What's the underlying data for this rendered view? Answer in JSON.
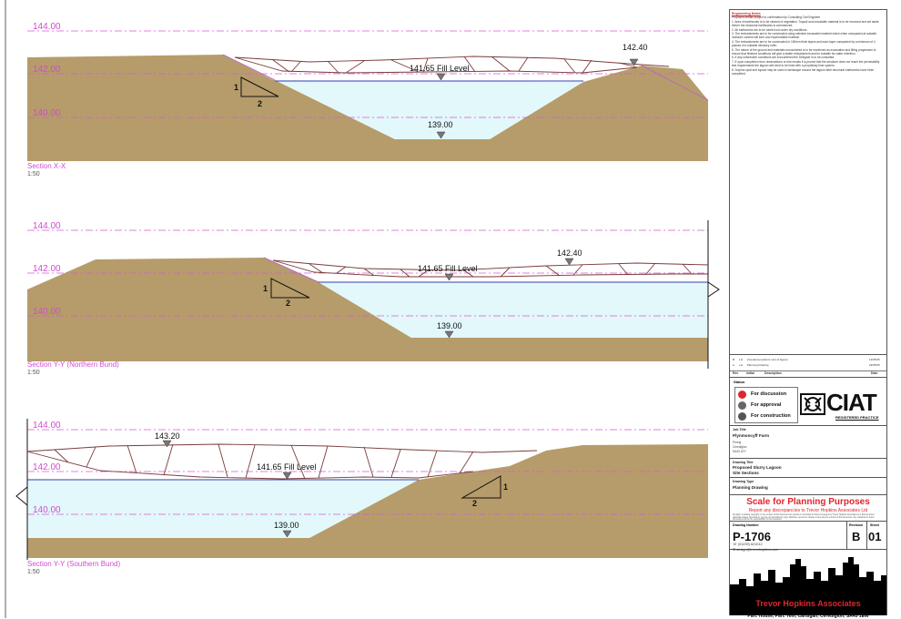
{
  "sections": [
    {
      "id": "x",
      "label": "Section X-X",
      "scale": "1:50",
      "levels": [
        "144.00",
        "142.00",
        "140.00"
      ],
      "fill_level": "141.65 Fill Level",
      "bed_level": "139.00",
      "crest_label": "142.40",
      "slope_v": "1",
      "slope_h": "2"
    },
    {
      "id": "y-north",
      "label": "Section Y-Y (Northern Bund)",
      "scale": "1:50",
      "levels": [
        "144.00",
        "142.00",
        "140.00"
      ],
      "fill_level": "141.65 Fill Level",
      "bed_level": "139.00",
      "crest_label": "142.40",
      "slope_v": "1",
      "slope_h": "2"
    },
    {
      "id": "y-south",
      "label": "Section Y-Y (Southern Bund)",
      "scale": "1:50",
      "levels": [
        "144.00",
        "142.00",
        "140.00"
      ],
      "fill_level": "141.65 Fill Level",
      "bed_level": "139.00",
      "crest_label": "143.20",
      "slope_v": "1",
      "slope_h": "2"
    }
  ],
  "title_block": {
    "notes_title": "Engineering Notes",
    "notes": [
      "Proposed details subject to confirmation by Consulting Civil Engineer",
      "1. Area of earthworks is to be cleared of vegetation. Topsoil and unsuitable material is to be removed and set aside before the structural earthworks is commenced.",
      "2. All earthworks are to be carried out under dry conditions.",
      "3. The embankments are to be constructed using selected excavated material which when compacted at suitable moisture content will form and impermeable material.",
      "4. The embankments are to be constructed in 150mm thick layers and each layer compacted by a minimum of 4 passes of a suitable vibratory roller.",
      "5. The nature of the ground and materials encountered is to be monitored as excavation and filling progresses to ensure that finished conditions will give a stable embankment and be suitable for water retention.",
      "6. If any unforeseen conditions are encountered the Designer is to be consulted.",
      "7. If upon completion from observations or test results it is proved that the structure does not reach the permeability test requirements the lagoon will need to be lined with a proprietary liner system.",
      "8. Surplus spoil and topsoil may be used to landscape around the lagoon after structural earthworks have been completed."
    ],
    "revisions": [
      {
        "rev": "B",
        "initial": "LH",
        "desc": "Amended positions next of lagoon",
        "date": "13/05/25"
      },
      {
        "rev": "A",
        "initial": "LH",
        "desc": "Planning Drawing",
        "date": "23/05/25"
      }
    ],
    "rev_headers": {
      "rev": "Rev",
      "initial": "Initial",
      "desc": "Description",
      "date": "Date"
    },
    "status_label": "Status",
    "status_items": [
      "For discussion",
      "For approval",
      "For construction"
    ],
    "status_colors": [
      "#e0262d",
      "#666666",
      "#555555"
    ],
    "ciat_text": "CIAT",
    "ciat_sub": "REGISTERED PRACTICE",
    "job_title_label": "Job Title",
    "job_title": "Plynmoncyff Farm",
    "job_address": [
      "Penrig",
      "Ceredigion",
      "SA43 1EY"
    ],
    "drawing_title_label": "Drawing Title",
    "drawing_title": [
      "Proposed Slurry Lagoon",
      "Site Sections"
    ],
    "drawing_type_label": "Drawing Type",
    "drawing_type": "Planning Drawing",
    "scale_title": "Scale for Planning Purposes",
    "scale_sub": "Report any discrepancies to Trevor Hopkins Associates Ltd",
    "copyright": "All rights, including copyright, in the content of this document are owned or controlled for these purposes by Trevor Hopkins Associates Ltd. Except where otherwise stated, dimensions, you are not permitted to copy, distribute, amend or change in any way the content of this document. Any variations to these dimensions will be the responsibility of the contractor.",
    "drawing_number_label": "Drawing Number",
    "drawing_number": "P-1706",
    "revision_label": "Revision",
    "revision": "B",
    "sheet_label": "Sheet",
    "sheet": "01",
    "phone": "(01239) 621012",
    "email": "design@trevorhopkins.com",
    "firm": "Trevor Hopkins Associates",
    "address": "Parc House, Parc Teifi, Cardigan, Ceredigion, SA43 1EW"
  },
  "colors": {
    "ground": "#b69c6a",
    "water": "#e2f8fb",
    "level_line": "#d957d9",
    "level_text": "#d04cd0",
    "truss": "#7a3a3a",
    "fill_line": "#3b3bb5",
    "accent_red": "#e0262d"
  }
}
